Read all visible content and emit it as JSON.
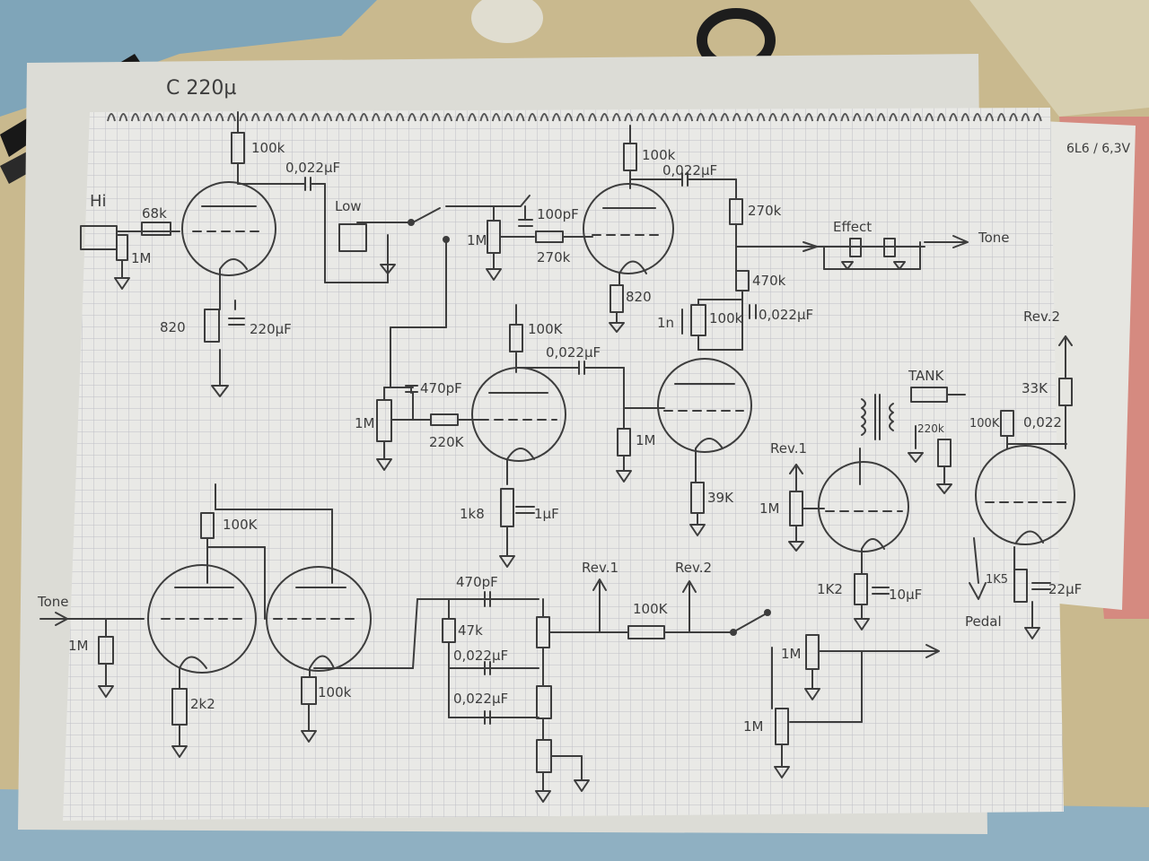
{
  "header": {
    "note": "C 220µ"
  },
  "side_note": "6L6 / 6,3V",
  "labels": {
    "hi": "Hi",
    "low": "Low",
    "r_100k_a": "100k",
    "c_0022_a": "0,022µF",
    "r_68k": "68k",
    "r_1m_a": "1M",
    "r_820_a": "820",
    "c_220": "220µF",
    "r_100k_b": "100k",
    "c_0022_b": "0,022µF",
    "r_270k": "270k",
    "c_100pf": "100pF",
    "r_1m_b": "1M",
    "r_270k_b": "270k",
    "r_820_b": "820",
    "effect": "Effect",
    "tone_out": "Tone",
    "r_470k": "470k",
    "c_1n": "1n",
    "r_100k_c": "100k",
    "c_0022_c": "0,022µF",
    "r_100k_d": "100K",
    "c_0022_d": "0,022µF",
    "c_470pf_a": "470pF",
    "r_1m_c": "1M",
    "r_220k": "220K",
    "r_1m_d": "1M",
    "r_1k8": "1k8",
    "c_1uf": "1µF",
    "r_39k": "39K",
    "tank": "TANK",
    "r_220k_b": "220k",
    "r_100k_e": "100K",
    "c_022": "0,022",
    "r_33k": "33K",
    "rev2_top": "Rev.2",
    "rev1_top": "Rev.1",
    "r_1m_e": "1M",
    "r_1k2": "1K2",
    "c_10uf": "10µF",
    "r_1k5": "1K5",
    "c_22uf": "22µF",
    "pedal": "Pedal",
    "tone_in": "Tone",
    "r_100k_f": "100K",
    "r_1m_f": "1M",
    "r_2k2": "2k2",
    "r_100k_g": "100k",
    "c_470pf_b": "470pF",
    "r_47k": "47k",
    "c_0022_e": "0,022µF",
    "c_0022_f": "0,022µF",
    "rev1_bot": "Rev.1",
    "rev2_bot": "Rev.2",
    "r_100k_h": "100K",
    "r_1m_g": "1M",
    "r_1m_h": "1M"
  },
  "colors": {
    "ink": "#3d3d3d",
    "paper": "#e9e9e6",
    "grid": "#b9bcc4"
  }
}
